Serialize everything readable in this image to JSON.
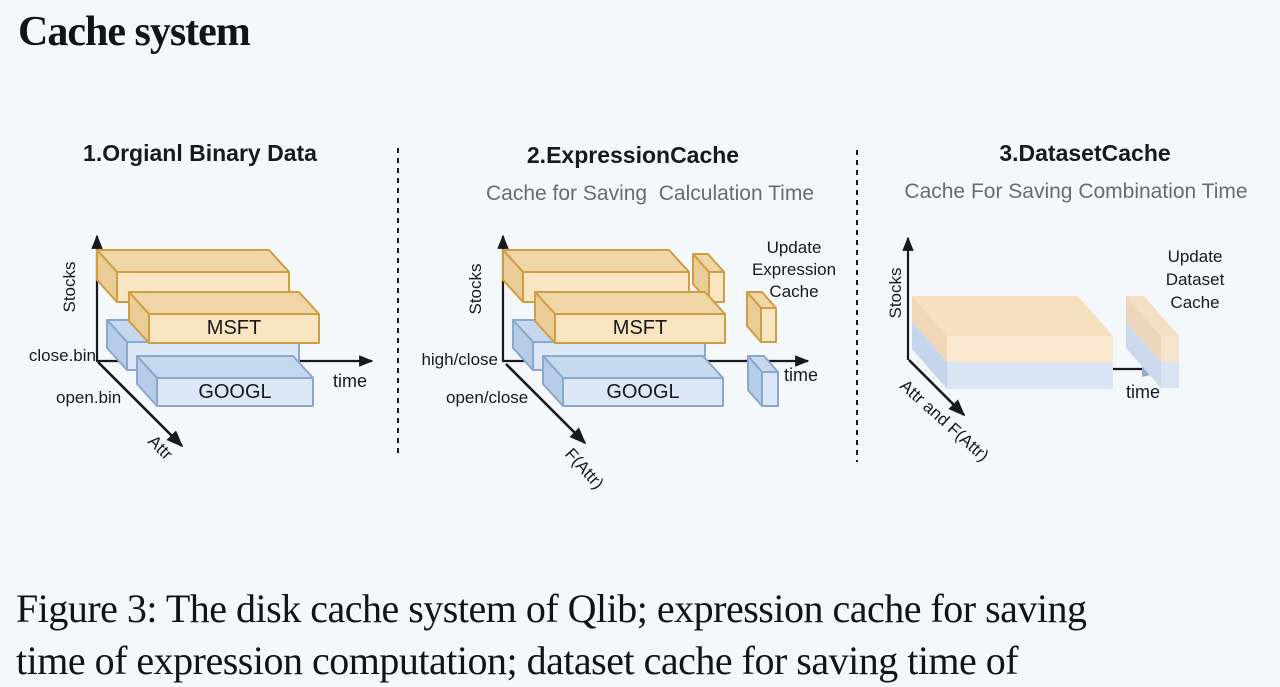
{
  "page": {
    "title": "Cache system"
  },
  "caption": {
    "line1": "Figure 3: The disk cache system of Qlib; expression cache for saving",
    "line2": "time of expression computation; dataset cache for saving time of"
  },
  "panel1": {
    "title": "1.Orgianl Binary Data",
    "y_axis": "Stocks",
    "x_axis": "time",
    "depth_axis": "Attr",
    "row_labels": [
      "close.bin",
      "open.bin"
    ],
    "bar_labels": [
      "MSFT",
      "GOOGL"
    ]
  },
  "panel2": {
    "title": "2.ExpressionCache",
    "subtitle": "Cache for Saving  Calculation Time",
    "y_axis": "Stocks",
    "x_axis": "time",
    "depth_axis": "F(Attr)",
    "row_labels": [
      "high/close",
      "open/close"
    ],
    "bar_labels": [
      "MSFT",
      "GOOGL"
    ],
    "annotation": [
      "Update",
      "Expression",
      "Cache"
    ]
  },
  "panel3": {
    "title": "3.DatasetCache",
    "subtitle": "Cache For Saving Combination Time",
    "y_axis": "Stocks",
    "x_axis": "time",
    "depth_axis": "Attr and F(Attr)",
    "annotation": [
      "Update",
      "Dataset",
      "Cache"
    ]
  },
  "colors": {
    "bg": "#f5f8fa",
    "text_black": "#17191c",
    "subtitle_gray": "#6a6a72",
    "orange_front": "#fae5c2",
    "orange_top": "#f0d6a6",
    "orange_side": "#e9cc96",
    "orange_stroke": "#cf9d42",
    "blue_front": "#dce8f7",
    "blue_top": "#c6d8ee",
    "blue_side": "#b6cce8",
    "blue_stroke": "#8aa7cc",
    "slab_orange_top": "#f6e0c0",
    "slab_orange_front": "#fbe8d0",
    "slab_orange_side": "#efd7b8",
    "slab_blue_front": "#dae5f4",
    "slab_blue_side": "#c6d6ec",
    "upd_orange_top": "#f3dfc6",
    "upd_orange_front": "#f7e4cc",
    "upd_orange_side": "#ecd7bc",
    "upd_blue_front": "#d8e3f3",
    "upd_blue_side": "#ccd9ec",
    "time_arrowhead_blue": "#92abc7"
  }
}
